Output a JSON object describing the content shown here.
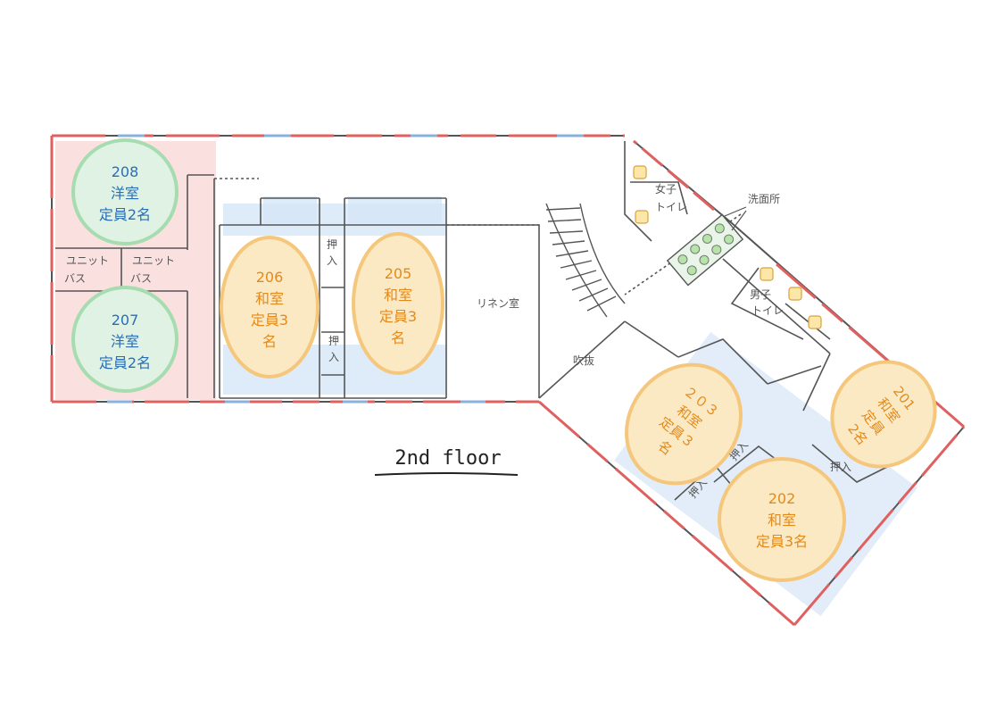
{
  "floor_label": "2nd floor",
  "rooms": {
    "r208": {
      "number": "208",
      "type": "洋室",
      "capacity": "定員2名"
    },
    "r207": {
      "number": "207",
      "type": "洋室",
      "capacity": "定員2名"
    },
    "r206": {
      "number": "206",
      "type": "和室",
      "capacity_1": "定員3",
      "capacity_2": "名"
    },
    "r205": {
      "number": "205",
      "type": "和室",
      "capacity_1": "定員3",
      "capacity_2": "名"
    },
    "r203": {
      "number": "２０３",
      "type": "和室",
      "capacity_1": "定員３",
      "capacity_2": "名"
    },
    "r202": {
      "number": "202",
      "type": "和室",
      "capacity": "定員3名"
    },
    "r201": {
      "number": "201",
      "type": "和室",
      "capacity_1": "定員",
      "capacity_2": "2名"
    }
  },
  "labels": {
    "unit_bath": "ユニット",
    "unit_bath_2": "バス",
    "oshiire_1": "押",
    "oshiire_2": "入",
    "oshiire_h": "押入",
    "linen": "リネン室",
    "fukinuke": "吹抜",
    "senmenjo": "洗面所",
    "women_1": "女子",
    "women_2": "トイレ",
    "men_1": "男子",
    "men_2": "トイレ"
  },
  "colors": {
    "wall": "#555555",
    "wall_red": "#e06060",
    "wall_blue": "#8ab0dc",
    "bg_pink": "#f9d6d6",
    "bg_blue": "#d6e6f7",
    "green_room": "#dff2e3",
    "green_ring": "#a6dcb0",
    "orange_room": "#fbe9c4",
    "orange_ring": "#f5c77c"
  }
}
